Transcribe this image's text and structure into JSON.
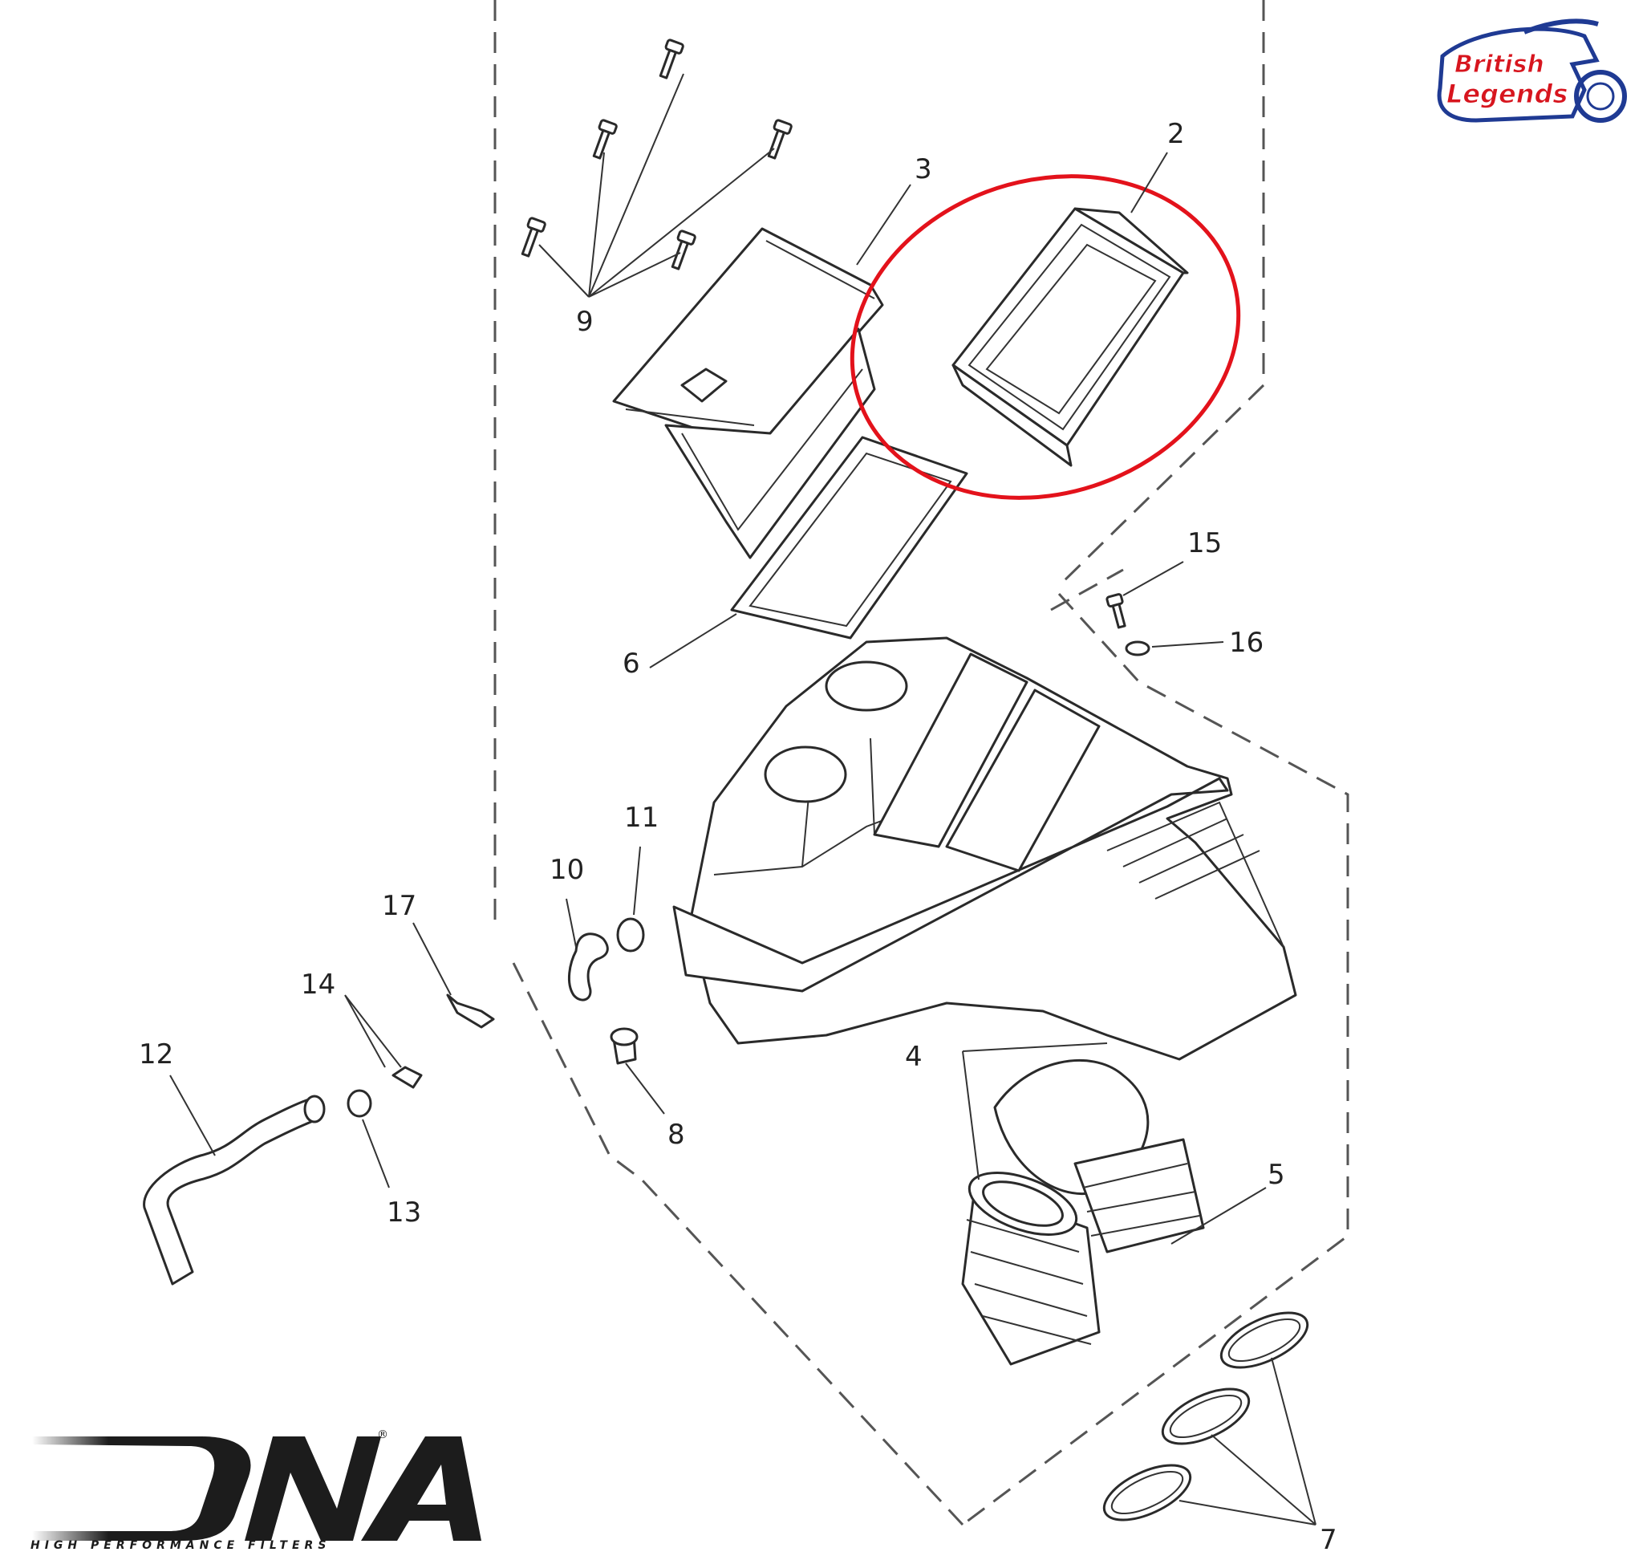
{
  "callouts": [
    {
      "id": "1",
      "label": "2"
    },
    {
      "id": "2",
      "label": "3"
    },
    {
      "id": "3",
      "label": "9"
    },
    {
      "id": "4",
      "label": "6"
    },
    {
      "id": "5",
      "label": "15"
    },
    {
      "id": "6",
      "label": "16"
    },
    {
      "id": "7",
      "label": "11"
    },
    {
      "id": "8",
      "label": "10"
    },
    {
      "id": "9",
      "label": "17"
    },
    {
      "id": "10",
      "label": "14"
    },
    {
      "id": "11",
      "label": "12"
    },
    {
      "id": "12",
      "label": "13"
    },
    {
      "id": "13",
      "label": "8"
    },
    {
      "id": "14",
      "label": "4"
    },
    {
      "id": "15",
      "label": "5"
    },
    {
      "id": "16",
      "label": "7"
    }
  ],
  "logos": {
    "british_legends_line1": "British",
    "british_legends_line2": "Legends",
    "dna_wordmark": "DNA",
    "dna_registered": "®",
    "dna_tagline": "HIGH PERFORMANCE FILTERS"
  },
  "colors": {
    "highlight": "#e3121b",
    "logo_red": "#d7151e",
    "logo_blue": "#1f3a93",
    "line": "#2a2a2a"
  },
  "highlighted_part": "2"
}
